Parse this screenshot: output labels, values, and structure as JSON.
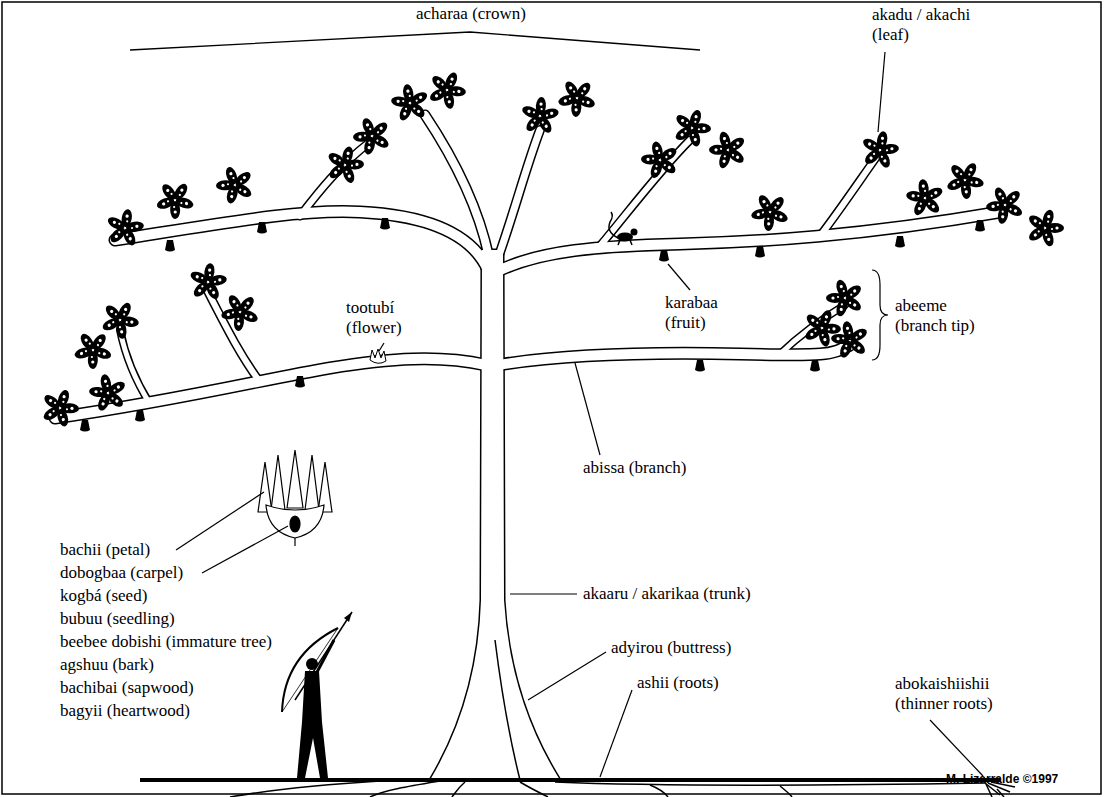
{
  "diagram": {
    "labels": [
      "acharaa (crown)",
      "akadu / akachi (leaf)",
      "tootubí (flower)",
      "karabaa (fruit)",
      "abeeme (branch tip)",
      "abissa (branch)",
      "bachii (petal)",
      "dobogbaa (carpel)",
      "kogbá (seed)",
      "bubuu (seedling)",
      "beebee dobishi (immature tree)",
      "agshuu (bark)",
      "bachibai (sapwood)",
      "bagyii (heartwood)",
      "akaaru / akarikaa (trunk)",
      "adyirou (buttress)",
      "ashii (roots)",
      "abokaishiishii (thinner roots)",
      "M. Lizarralde ©1997"
    ]
  }
}
